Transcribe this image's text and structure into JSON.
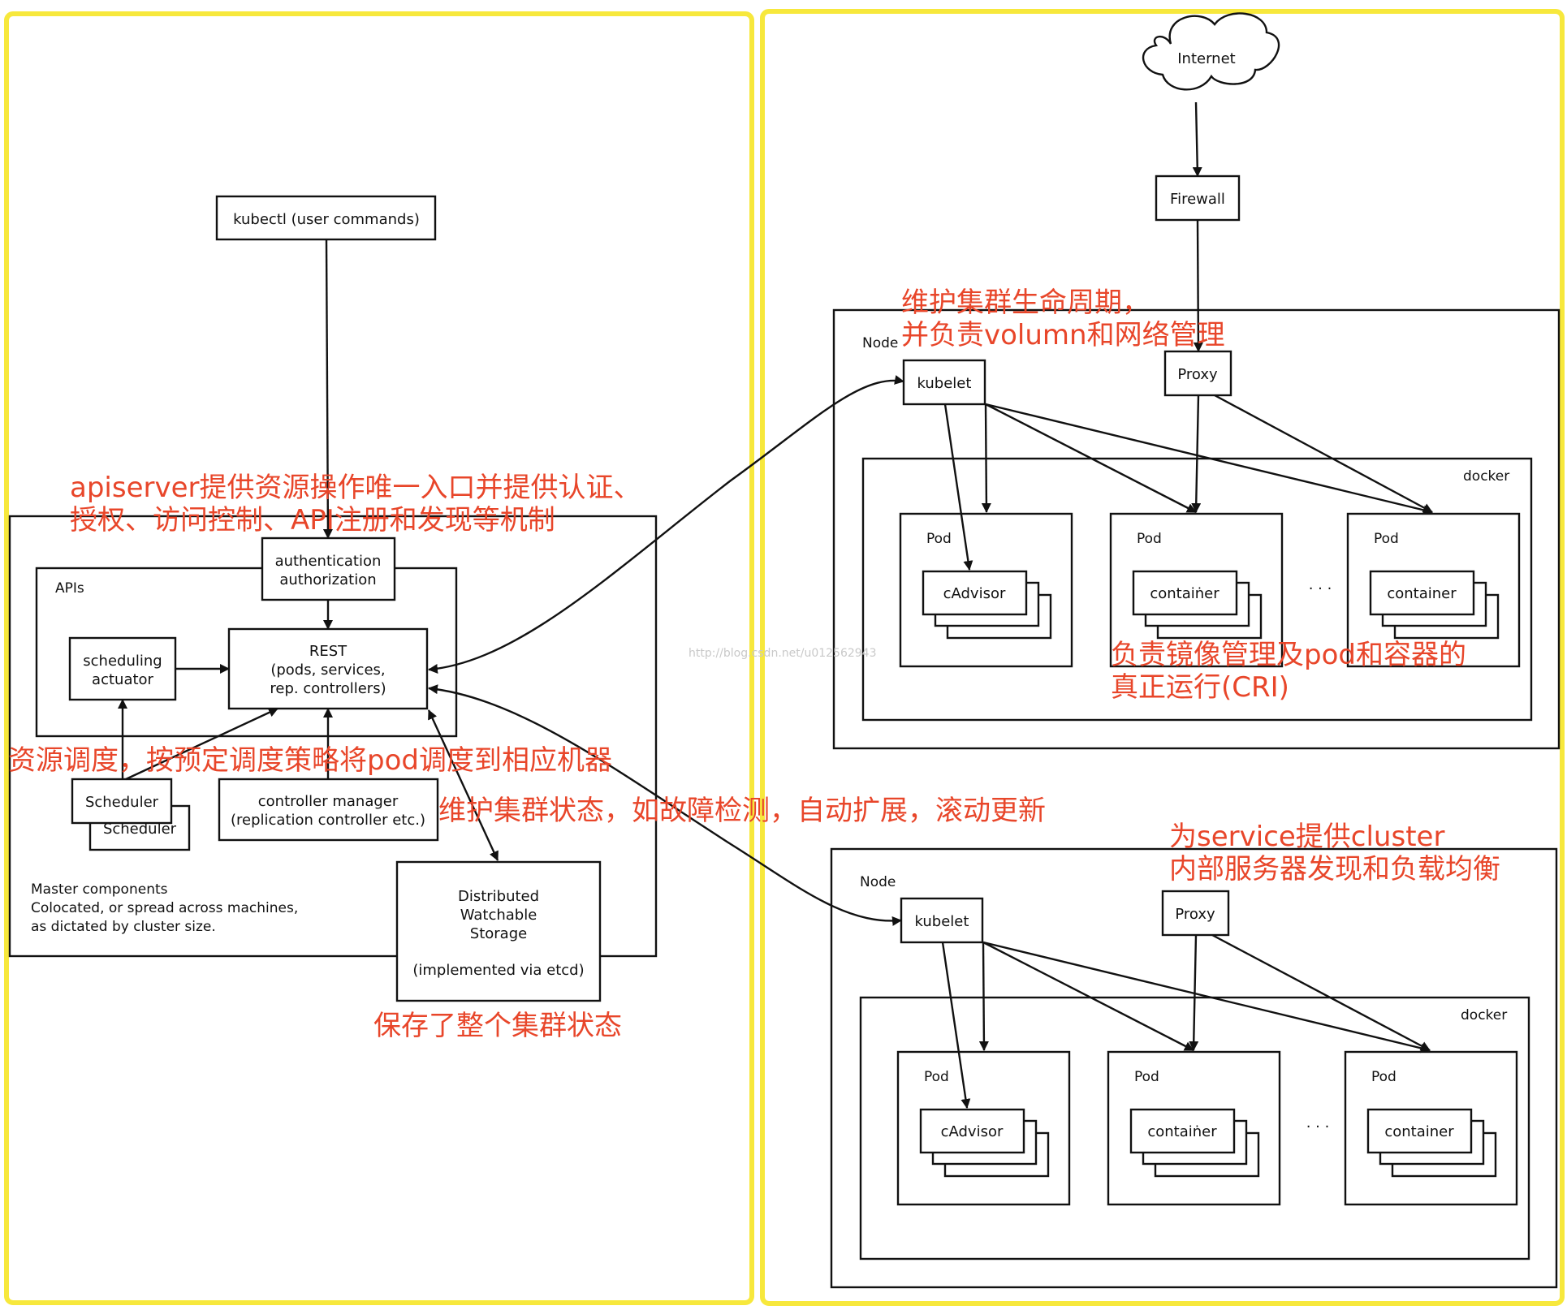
{
  "colors": {
    "annotation": "#e8462a",
    "region_border": "#f7e83c",
    "line": "#111111"
  },
  "master": {
    "kubectl": "kubectl (user commands)",
    "auth_line1": "authentication",
    "auth_line2": "authorization",
    "apis_label": "APIs",
    "rest_line1": "REST",
    "rest_line2": "(pods, services,",
    "rest_line3": "rep. controllers)",
    "sched_act_line1": "scheduling",
    "sched_act_line2": "actuator",
    "scheduler": "Scheduler",
    "scheduler_back": "Scheduler",
    "ctrl_line1": "controller manager",
    "ctrl_line2": "(replication controller etc.)",
    "storage_line1": "Distributed",
    "storage_line2": "Watchable",
    "storage_line3": "Storage",
    "storage_line4": "(implemented via etcd)",
    "components_line1": "Master components",
    "components_line2": "Colocated, or spread across machines,",
    "components_line3": "as dictated by cluster size."
  },
  "cluster": {
    "internet": "Internet",
    "firewall": "Firewall",
    "node_label": "Node",
    "kubelet": "kubelet",
    "proxy": "Proxy",
    "docker": "docker",
    "pod": "Pod",
    "cadvisor": "cAdvisor",
    "container": "container",
    "container_alt": "contaiṅer",
    "ellipsis": "· · ·"
  },
  "annotations": {
    "apiserver_line1": "apiserver提供资源操作唯一入口并提供认证、",
    "apiserver_line2": "授权、访问控制、API注册和发现等机制",
    "scheduler": "资源调度，按预定调度策略将pod调度到相应机器",
    "controller": "维护集群状态，如故障检测，自动扩展，滚动更新",
    "etcd": "保存了整个集群状态",
    "kubelet_line1": "维护集群生命周期，",
    "kubelet_line2": "并负责volumn和网络管理",
    "runtime_line1": "负责镜像管理及pod和容器的",
    "runtime_line2": "真正运行(CRI)",
    "proxy_line1": "为service提供cluster",
    "proxy_line2": "内部服务器发现和负载均衡"
  },
  "watermark": "http://blog.csdn.net/u012562943"
}
